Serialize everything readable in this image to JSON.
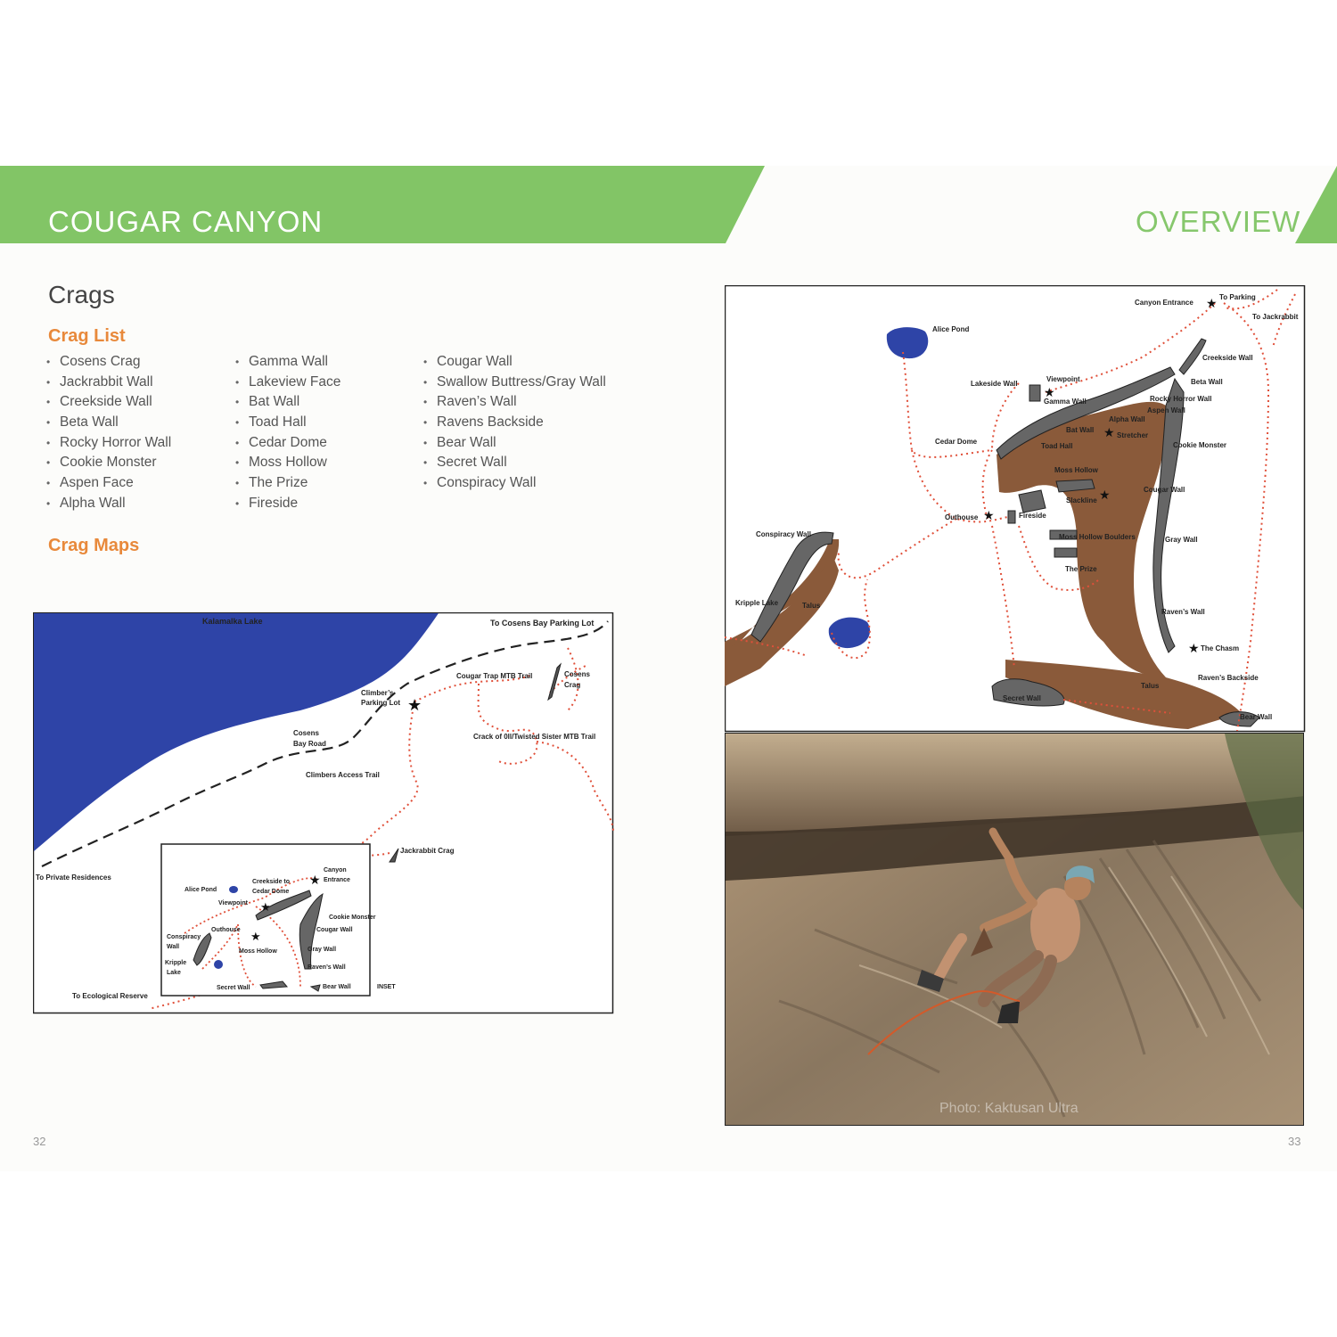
{
  "header": {
    "chapter_title": "COUGAR CANYON",
    "section_title": "OVERVIEW",
    "banner_color": "#82c566",
    "accent_color": "#e8893b"
  },
  "content": {
    "heading": "Crags",
    "crag_list_heading": "Crag List",
    "crag_maps_heading": "Crag Maps",
    "crag_columns": [
      [
        "Cosens Crag",
        "Jackrabbit Wall",
        "Creekside Wall",
        "Beta Wall",
        "Rocky Horror Wall",
        "Cookie Monster",
        "Aspen Face",
        "Alpha Wall"
      ],
      [
        "Gamma Wall",
        "Lakeview Face",
        "Bat Wall",
        "Toad Hall",
        "Cedar Dome",
        "Moss Hollow",
        "The Prize",
        "Fireside"
      ],
      [
        "Cougar Wall",
        "Swallow Buttress/Gray Wall",
        "Raven’s Wall",
        "Ravens Backside",
        "Bear Wall",
        "Secret Wall",
        "Conspiracy Wall"
      ]
    ]
  },
  "left_map": {
    "lake": "Kalamalka Lake",
    "to_cosens_parking": "To Cosens Bay Parking Lot",
    "cougar_trap_trail": "Cougar Trap MTB Trail",
    "cosens_crag": [
      "Cosens",
      "Crag"
    ],
    "climbers_parking": [
      "Climber’s",
      "Parking Lot"
    ],
    "cosens_bay_road": [
      "Cosens",
      "Bay Road"
    ],
    "crack_trail": "Crack of 0ll/Twisted Sister MTB Trail",
    "climbers_access": "Climbers Access Trail",
    "jackrabbit_crag": "Jackrabbit Crag",
    "to_private": "To Private Residences",
    "to_ecological": "To Ecological Reserve",
    "inset": "INSET",
    "alice_pond": "Alice Pond",
    "creekside_to": [
      "Creekside to",
      "Cedar Dome"
    ],
    "viewpoint": "Viewpoint",
    "canyon_entrance": [
      "Canyon",
      "Entrance"
    ],
    "outhouse": "Outhouse",
    "cookie_monster": "Cookie Monster",
    "cougar_wall": "Cougar Wall",
    "conspiracy_wall": [
      "Conspiracy",
      "Wall"
    ],
    "kripple_lake": [
      "Kripple",
      "Lake"
    ],
    "moss_hollow": "Moss Hollow",
    "gray_wall": "Gray Wall",
    "ravens_wall": "Raven’s Wall",
    "secret_wall": "Secret Wall",
    "bear_wall": "Bear Wall"
  },
  "right_map": {
    "canyon_entrance": "Canyon Entrance",
    "to_parking": "To Parking",
    "to_jackrabbit": "To Jackrabbit",
    "alice_pond": "Alice Pond",
    "creekside_wall": "Creekside Wall",
    "lakeside_wall": "Lakeside Wall",
    "viewpoint": "Viewpoint",
    "beta_wall": "Beta Wall",
    "gamma_wall": "Gamma Wall",
    "rocky_horror": "Rocky Horror Wall",
    "aspen_wall": "Aspen Wall",
    "alpha_wall": "Alpha Wall",
    "bat_wall": "Bat Wall",
    "stretcher": "Stretcher",
    "cedar_dome": "Cedar Dome",
    "toad_hall": "Toad Hall",
    "cookie_monster": "Cookie Monster",
    "moss_hollow": "Moss Hollow",
    "cougar_wall": "Cougar Wall",
    "slackline": "Slackline",
    "outhouse": "Outhouse",
    "fireside": "Fireside",
    "conspiracy_wall": "Conspiracy Wall",
    "moss_hollow_boulders": "Moss Hollow Boulders",
    "gray_wall": "Gray Wall",
    "the_prize": "The Prize",
    "kripple_lake": "Kripple Lake",
    "talus": "Talus",
    "ravens_wall": "Raven’s Wall",
    "the_chasm": "The Chasm",
    "ravens_backside": "Raven’s Backside",
    "secret_wall": "Secret Wall",
    "bear_wall": "Bear Wall"
  },
  "photo": {
    "caption": "Photo: Kaktusan Ultra"
  },
  "pages": {
    "left": "32",
    "right": "33"
  }
}
